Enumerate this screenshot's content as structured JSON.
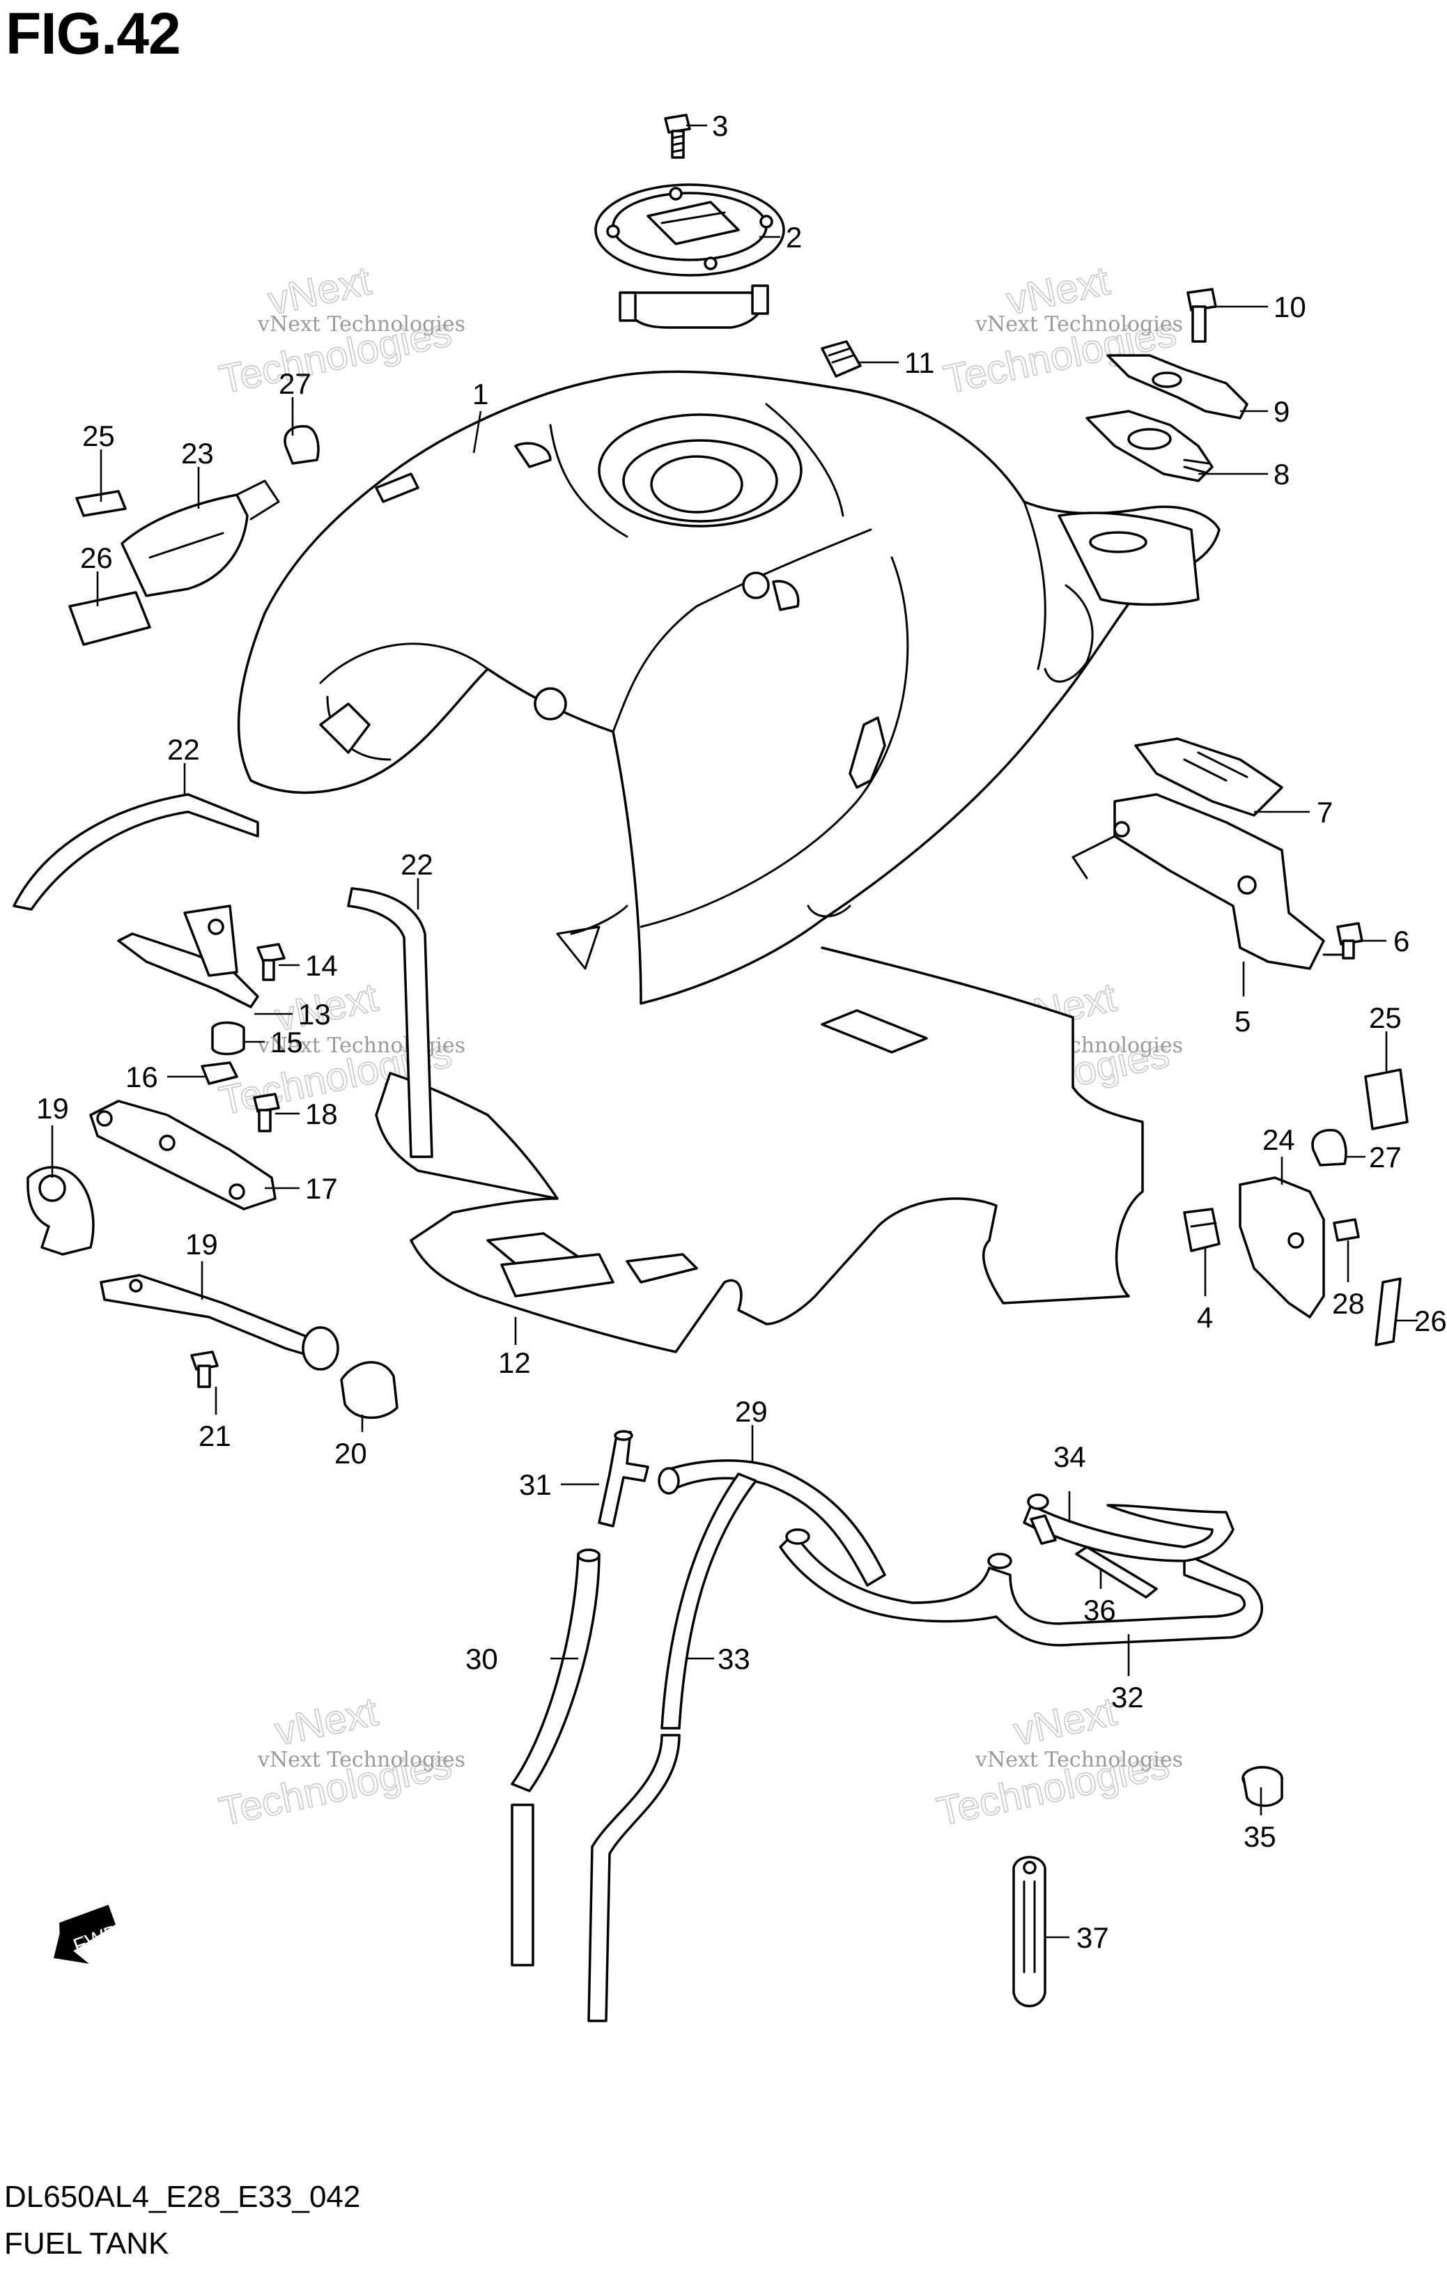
{
  "figure": {
    "title": "FIG.42",
    "code": "DL650AL4_E28_E33_042",
    "name": "FUEL TANK"
  },
  "watermark": {
    "line1": "vNext Technologies",
    "line2": "Technologies",
    "line3": "vNext"
  },
  "arrow_label": "FWD",
  "callouts": [
    "1",
    "2",
    "3",
    "4",
    "5",
    "6",
    "7",
    "8",
    "9",
    "10",
    "11",
    "12",
    "13",
    "14",
    "15",
    "16",
    "17",
    "18",
    "19",
    "19",
    "20",
    "21",
    "22",
    "22",
    "23",
    "24",
    "25",
    "25",
    "26",
    "26",
    "27",
    "27",
    "28",
    "29",
    "30",
    "31",
    "32",
    "33",
    "34",
    "35",
    "36",
    "37"
  ]
}
